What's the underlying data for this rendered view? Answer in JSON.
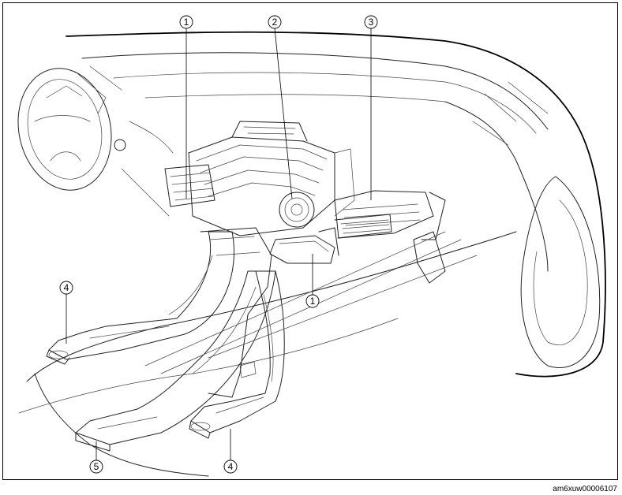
{
  "callouts": [
    {
      "id": "c1a",
      "label": "1"
    },
    {
      "id": "c2",
      "label": "2"
    },
    {
      "id": "c3",
      "label": "3"
    },
    {
      "id": "c1b",
      "label": "1"
    },
    {
      "id": "c4a",
      "label": "4"
    },
    {
      "id": "c5",
      "label": "5"
    },
    {
      "id": "c4b",
      "label": "4"
    }
  ],
  "figure_code": "am6xuw00006107",
  "colors": {
    "line": "#222222",
    "background": "#ffffff"
  }
}
